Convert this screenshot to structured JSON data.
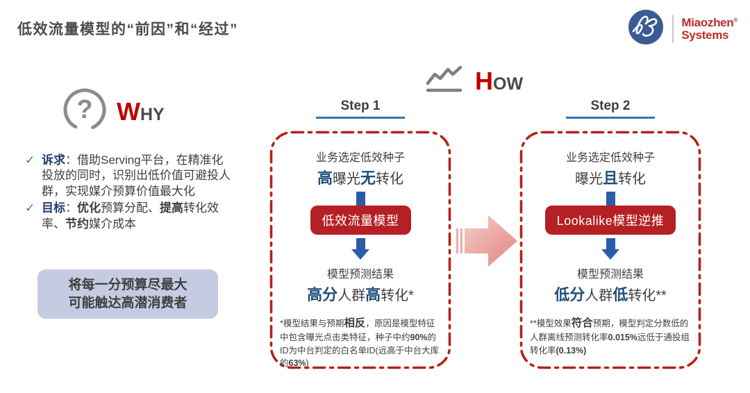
{
  "header": {
    "title": "低效流量模型的“前因”和“经过”",
    "logo": {
      "brand_line1": "Miaozhen",
      "brand_reg": "®",
      "brand_line2": "Systems"
    }
  },
  "why": {
    "heading_initial": "W",
    "heading_rest": "HY",
    "question_mark": "?",
    "bullets": {
      "b1": {
        "check": "✓",
        "label": "诉求",
        "colon": "：",
        "text": "借助Serving平台，在精准化投放的同时，识别出低价值可避投人群，实现媒介预算价值最大化"
      },
      "b2": {
        "check": "✓",
        "label": "目标",
        "colon": "：",
        "seg1_bold": "优化",
        "seg2": "预算分配、",
        "seg3_bold": "提高",
        "seg4": "转化效率、",
        "seg5_bold": "节约",
        "seg6": "媒介成本"
      }
    },
    "highlight_line1": "将每一分预算尽最大",
    "highlight_line2": "可能触达高潜消费者"
  },
  "how": {
    "heading_initial": "H",
    "heading_rest": "OW",
    "step1": {
      "label": "Step 1",
      "seed_line1": "业务选定低效种子",
      "seed": {
        "p1": "高",
        "p2": "曝光",
        "p3": "无",
        "p4": "转化"
      },
      "button": "低效流量模型",
      "result_line1": "模型预测结果",
      "result": {
        "p1": "高分",
        "p2": "人群",
        "p3": "高",
        "p4": "转化*"
      },
      "note": {
        "t1": "*模型结果与预期",
        "b1": "相反",
        "t2": "，原因是模型特征中包含曝光点击类特征，种子中约",
        "b2": "90%",
        "t3": "的ID为中台判定的白名单ID(远高于中台大库的",
        "b3": "63%",
        "t4": ")"
      }
    },
    "step2": {
      "label": "Step 2",
      "seed_line1": "业务选定低效种子",
      "seed": {
        "p1": "",
        "p2": "曝光",
        "p3": "且",
        "p4": "转化"
      },
      "button": "Lookalike模型逆推",
      "result_line1": "模型预测结果",
      "result": {
        "p1": "低分",
        "p2": "人群",
        "p3": "低",
        "p4": "转化**"
      },
      "note": {
        "t1": "**模型效果",
        "b1": "符合",
        "t2": "预期，模型判定分数低的人群离线预测转化率",
        "b2": "0.015%",
        "t3": "远低于通投组转化率",
        "b3": "(0.13%)",
        "t4": ""
      }
    }
  },
  "icons": {
    "question-icon": "circled question mark",
    "trend-icon": "zigzag line chart",
    "check-icon": "✓",
    "flow-arrow-icon": "pink block arrow right",
    "miaozhen-logo-icon": "blue circle with white script mark"
  },
  "colors": {
    "accent_red": "#c00000",
    "button_red": "#b52025",
    "border_red": "#b42318",
    "accent_blue": "#1f4e79",
    "arrow_blue": "#2a5caa",
    "underline_blue": "#2e75b6",
    "lavender_box": "#c5cbe1",
    "logo_blue": "#3a5b94",
    "text_dark": "#3f3f3f"
  }
}
